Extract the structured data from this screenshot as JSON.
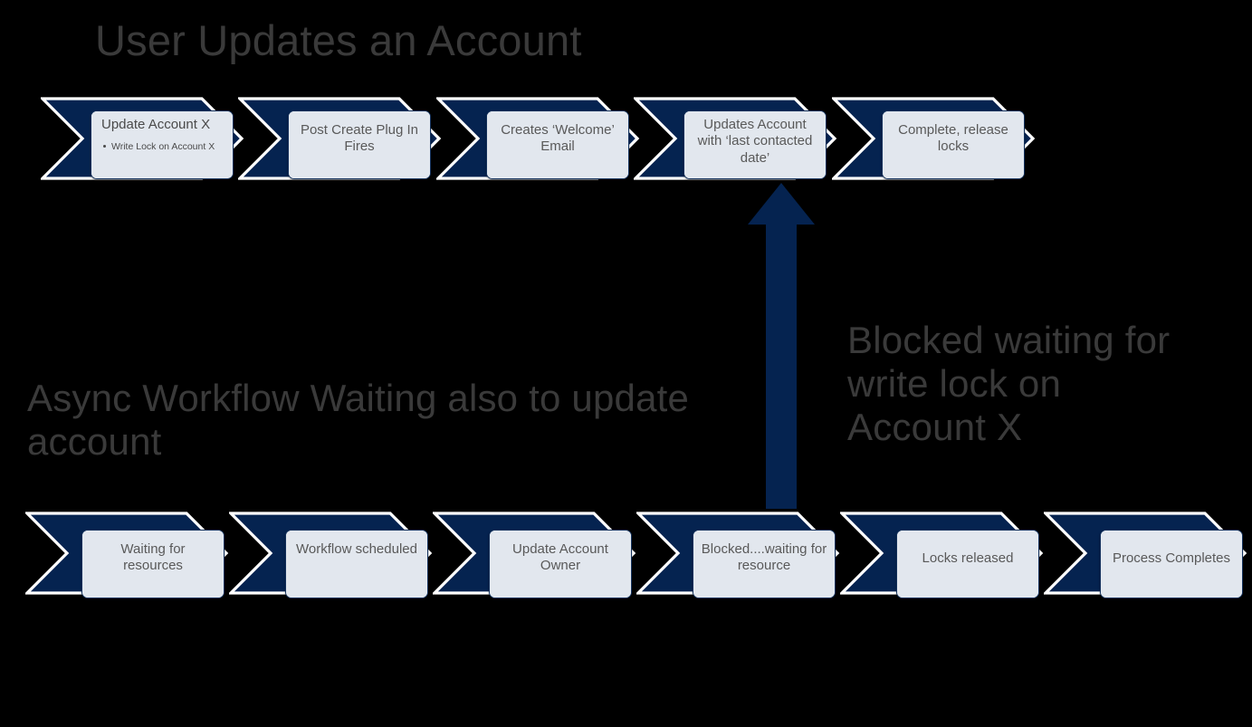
{
  "diagram": {
    "background_color": "#000000",
    "navy": "#052350",
    "card_bg": "#FEFEFE",
    "card_inner": "#E2E7EE",
    "text_gray": "#595959",
    "heading_gray": "#3A3A3A"
  },
  "headings": {
    "title": "User Updates an Account",
    "async_label": "Async Workflow Waiting also to update account",
    "blocked_label": "Blocked waiting for write lock on Account X"
  },
  "top_row": {
    "name": "user-updates-an-account-flow",
    "stages": [
      {
        "id": "update-account-x",
        "title": "Update Account X",
        "bullet": "Write  Lock on Account X",
        "text": ""
      },
      {
        "id": "post-create-plug-in-fires",
        "title": "",
        "bullet": "",
        "text": "Post Create Plug In Fires"
      },
      {
        "id": "creates-welcome-email",
        "title": "",
        "bullet": "",
        "text": "Creates ‘Welcome’ Email"
      },
      {
        "id": "updates-account-last-contacted-date",
        "title": "",
        "bullet": "",
        "text": "Updates Account with ‘last contacted date’"
      },
      {
        "id": "complete-release-locks",
        "title": "",
        "bullet": "",
        "text": "Complete, release locks"
      }
    ]
  },
  "bottom_row": {
    "name": "async-workflow-flow",
    "stages": [
      {
        "id": "waiting-for-resources",
        "text": "Waiting for resources"
      },
      {
        "id": "workflow-scheduled",
        "text": "Workflow scheduled"
      },
      {
        "id": "update-account-owner",
        "text": "Update Account Owner"
      },
      {
        "id": "blocked-waiting-for-resource",
        "text": "Blocked....waiting for resource"
      },
      {
        "id": "locks-released",
        "text": "Locks released"
      },
      {
        "id": "process-completes",
        "text": "Process Completes"
      }
    ]
  },
  "arrow": {
    "name": "blocked-up-arrow",
    "direction": "up",
    "color": "#052350",
    "from": "blocked-waiting-for-resource",
    "to": "updates-account-last-contacted-date"
  }
}
